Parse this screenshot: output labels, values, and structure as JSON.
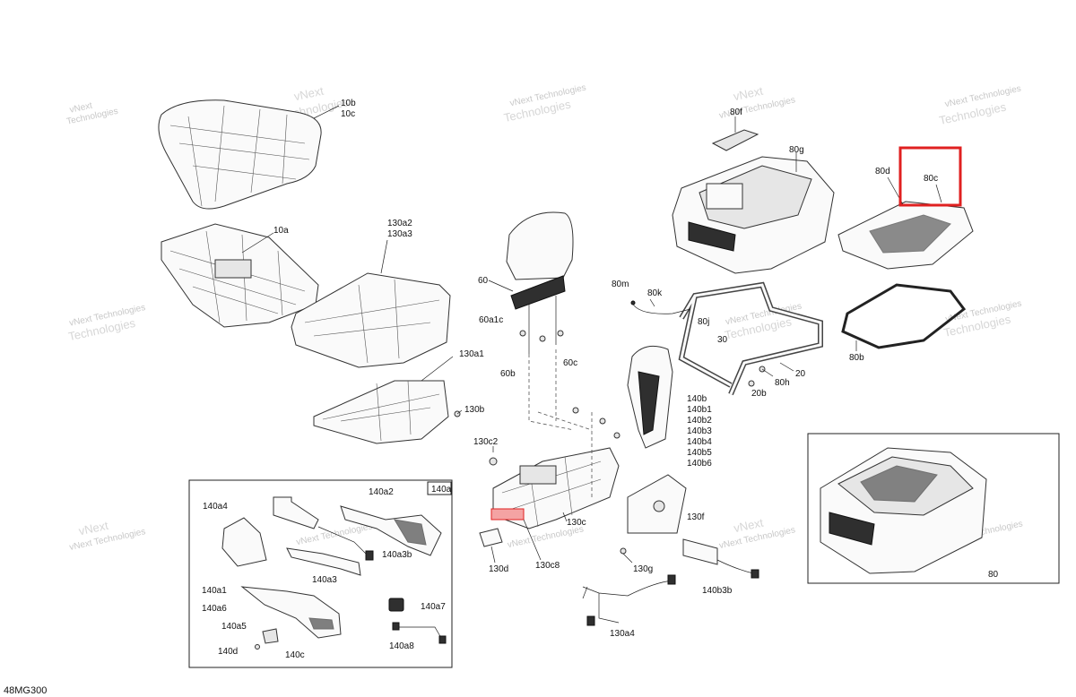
{
  "diagram_code": "48MG300",
  "watermark": {
    "line1": "vNext",
    "line2": "Technologies",
    "line_combined": "vNext Technologies"
  },
  "labels": {
    "l10b": "10b",
    "l10c": "10c",
    "l10a": "10a",
    "l130a2": "130a2",
    "l130a3": "130a3",
    "l130a1": "130a1",
    "l130b": "130b",
    "l130c2": "130c2",
    "l130c": "130c",
    "l130c8": "130c8",
    "l130d": "130d",
    "l130g": "130g",
    "l130f": "130f",
    "l130a4": "130a4",
    "l60": "60",
    "l60a1c": "60a1c",
    "l60b": "60b",
    "l60c": "60c",
    "l80f": "80f",
    "l80g": "80g",
    "l80d": "80d",
    "l80c": "80c",
    "l80m": "80m",
    "l80k": "80k",
    "l80j": "80j",
    "l30": "30",
    "l80h": "80h",
    "l20": "20",
    "l20b": "20b",
    "l80b": "80b",
    "l80": "80",
    "l140b": "140b",
    "l140b1": "140b1",
    "l140b2": "140b2",
    "l140b3": "140b3",
    "l140b4": "140b4",
    "l140b5": "140b5",
    "l140b6": "140b6",
    "l140b3b": "140b3b",
    "l140a": "140a",
    "l140a4": "140a4",
    "l140a2": "140a2",
    "l140a3": "140a3",
    "l140a3b": "140a3b",
    "l140a1": "140a1",
    "l140a6": "140a6",
    "l140a5": "140a5",
    "l140a7": "140a7",
    "l140a8": "140a8",
    "l140d": "140d",
    "l140c": "140c"
  },
  "highlight_color": "#e02020"
}
